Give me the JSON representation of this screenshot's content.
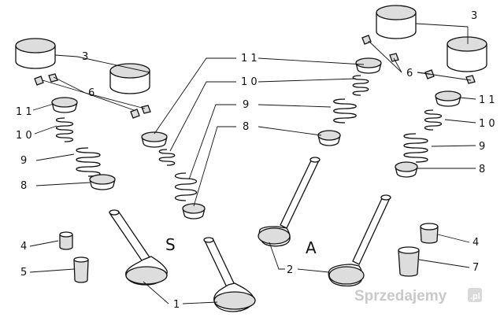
{
  "diagram": {
    "letters": {
      "intake_side": "S",
      "exhaust_side": "A"
    },
    "callouts": {
      "left": [
        "3",
        "6",
        "1 1",
        "1 0",
        "9",
        "8",
        "4",
        "5"
      ],
      "center": [
        "1 1",
        "1 0",
        "9",
        "8"
      ],
      "right": [
        "3",
        "6",
        "1 1",
        "1 0",
        "9",
        "8",
        "4",
        "7"
      ],
      "bottom": [
        "1",
        "2"
      ]
    }
  },
  "watermark": {
    "brand": "Sprzedajemy",
    "tld": ".pl"
  }
}
